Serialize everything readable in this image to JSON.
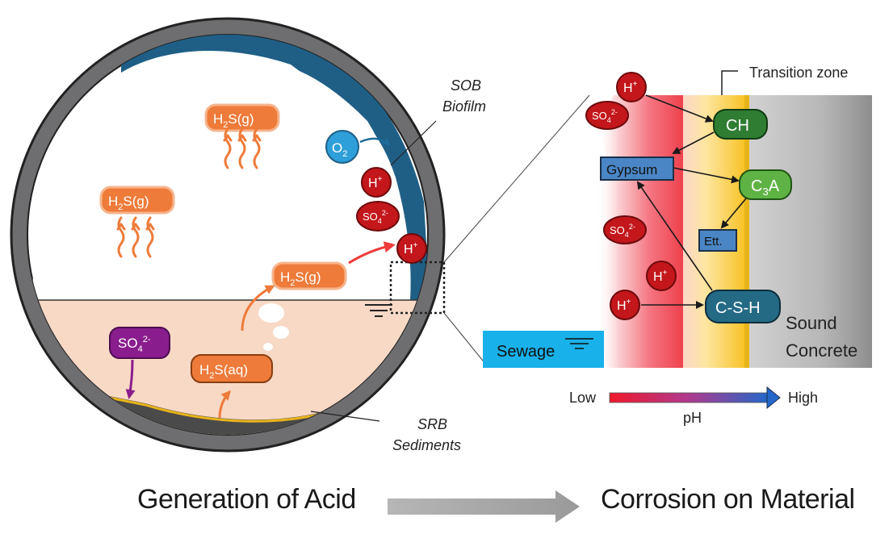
{
  "pipe": {
    "sob_line1": "SOB",
    "sob_line2": "Biofilm",
    "srb_line1": "SRB",
    "srb_line2": "Sediments",
    "h2s_gas": "H",
    "h2s_gas_sub": "2",
    "h2s_gas_tail": "S(g)",
    "h2s_aq_tail": "S(aq)",
    "o2": "O",
    "o2_sub": "2",
    "h_plus": "H",
    "h_plus_sup": "+",
    "so4": "SO",
    "so4_sub": "4",
    "so4_sup": "2-"
  },
  "zoom": {
    "transition_zone": "Transition zone",
    "ch": "CH",
    "gypsum": "Gypsum",
    "c3a": "C",
    "c3a_sub": "3",
    "c3a_tail": "A",
    "ett": "Ett.",
    "csh": "C-S-H",
    "sound1": "Sound",
    "sound2": "Concrete",
    "sewage": "Sewage"
  },
  "ph_scale": {
    "low": "Low",
    "high": "High",
    "label": "pH"
  },
  "bottom": {
    "left": "Generation of Acid",
    "right": "Corrosion on Material"
  },
  "colors": {
    "pipe_wall": "#6e6e70",
    "sewage_fill": "#f8d9c6",
    "biofilm": "#1f5f86",
    "orange": "#ee7b3a",
    "red_ion": "#c3171b",
    "purple": "#8a1d8e",
    "green": "#2f7d33",
    "light_green": "#5fb344",
    "blue_box": "#4a86c5",
    "sewage_zoom": "#19b1ea"
  }
}
